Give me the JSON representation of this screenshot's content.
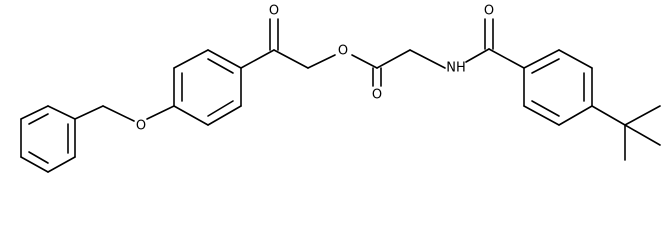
{
  "molecule": {
    "atom_labels": {
      "ether_oxygen": "O",
      "ketone_oxygen": "O",
      "ester_oxygen": "O",
      "ester_carbonyl_oxygen": "O",
      "amide_nitrogen": "NH",
      "amide_oxygen": "O"
    }
  }
}
